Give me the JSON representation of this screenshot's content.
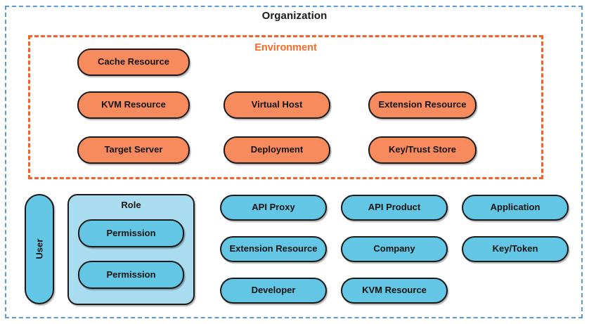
{
  "diagram": {
    "title": "Organization",
    "colors": {
      "org_border": "#5b9bd5",
      "env_border": "#f2622a",
      "env_label": "#fb6a29",
      "orange_fill": "#f78b5e",
      "blue_fill": "#62c6e4",
      "light_blue_fill": "#aadcef",
      "node_stroke": "#1a1a1a",
      "text": "#141414"
    },
    "environment": {
      "label": "Environment",
      "nodes": [
        {
          "label": "Cache Resource",
          "col": 0,
          "row": 0
        },
        {
          "label": "KVM Resource",
          "col": 0,
          "row": 1
        },
        {
          "label": "Target Server",
          "col": 0,
          "row": 2
        },
        {
          "label": "Virtual Host",
          "col": 1,
          "row": 1
        },
        {
          "label": "Deployment",
          "col": 1,
          "row": 2
        },
        {
          "label": "Extension Resource",
          "col": 2,
          "row": 1
        },
        {
          "label": "Key/Trust Store",
          "col": 2,
          "row": 2
        }
      ]
    },
    "org_level": {
      "user": {
        "label": "User",
        "orientation": "vertical"
      },
      "role": {
        "label": "Role",
        "permissions": [
          {
            "label": "Permission"
          },
          {
            "label": "Permission"
          }
        ]
      },
      "nodes": [
        {
          "label": "API Proxy",
          "col": 0,
          "row": 0
        },
        {
          "label": "Extension Resource",
          "col": 0,
          "row": 1
        },
        {
          "label": "Developer",
          "col": 0,
          "row": 2
        },
        {
          "label": "API Product",
          "col": 1,
          "row": 0
        },
        {
          "label": "Company",
          "col": 1,
          "row": 1
        },
        {
          "label": "KVM Resource",
          "col": 1,
          "row": 2
        },
        {
          "label": "Application",
          "col": 2,
          "row": 0
        },
        {
          "label": "Key/Token",
          "col": 2,
          "row": 1
        }
      ]
    }
  }
}
